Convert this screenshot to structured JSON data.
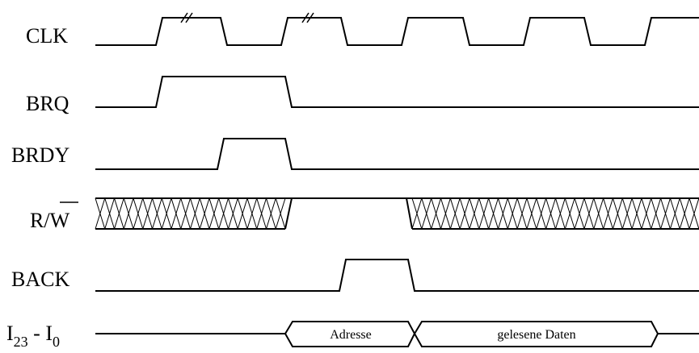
{
  "signals": {
    "clk": {
      "label": "CLK"
    },
    "brq": {
      "label": "BRQ"
    },
    "brdy": {
      "label": "BRDY"
    },
    "rw": {
      "label_r": "R/",
      "label_w": "W"
    },
    "back": {
      "label": "BACK"
    },
    "bus": {
      "label_main": "I",
      "label_sub_hi": "23",
      "label_mid": " - I",
      "label_sub_lo": "0",
      "segments": [
        "Adresse",
        "gelesene Daten"
      ]
    }
  }
}
